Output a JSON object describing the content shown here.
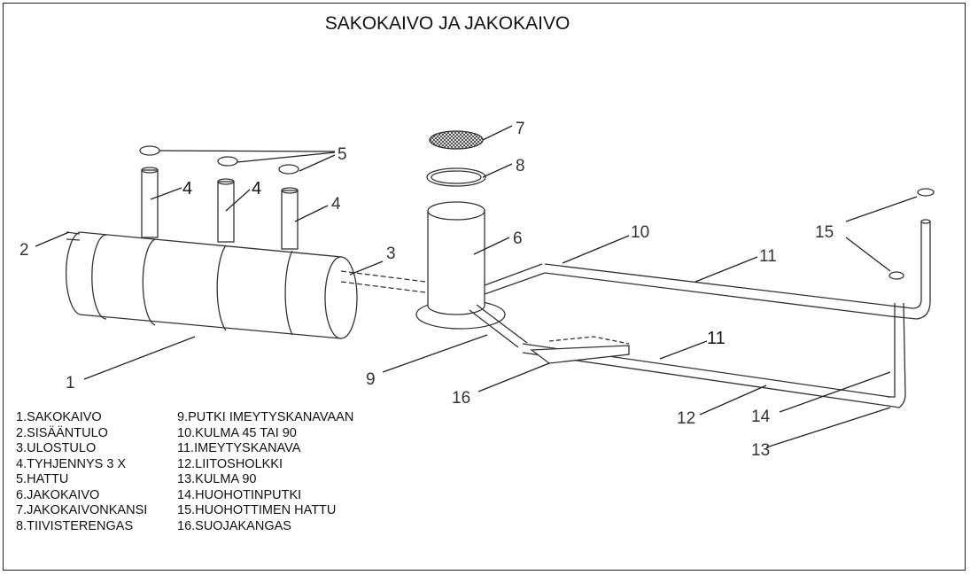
{
  "title": "SAKOKAIVO JA JAKOKAIVO",
  "callouts": [
    "1",
    "2",
    "3",
    "4",
    "4",
    "4",
    "5",
    "6",
    "7",
    "8",
    "9",
    "10",
    "11",
    "11",
    "12",
    "13",
    "14",
    "15",
    "16"
  ],
  "legend": {
    "col1": [
      "1.SAKOKAIVO",
      "2.SISÄÄNTULO",
      "3.ULOSTULO",
      "4.TYHJENNYS 3 X",
      "5.HATTU",
      "6.JAKOKAIVO",
      "7.JAKOKAIVONKANSI",
      "8.TIIVISTERENGAS"
    ],
    "col2": [
      "9.PUTKI IMEYTYSKANAVAAN",
      "10.KULMA 45 TAI 90",
      "11.IMEYTYSKANAVA",
      "12.LIITOSHOLKKI",
      "13.KULMA 90",
      "14.HUOHOTINPUTKI",
      "15.HUOHOTTIMEN HATTU",
      "16.SUOJAKANGAS"
    ]
  }
}
